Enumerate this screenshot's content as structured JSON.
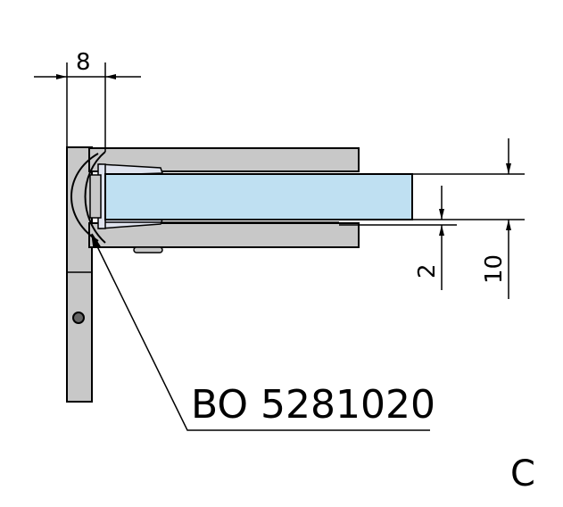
{
  "drawing": {
    "dimensions": {
      "gap_width": "8",
      "offset": "2",
      "glass_thickness": "10"
    },
    "part_label": "BO 5281020",
    "view_label": "C"
  },
  "colors": {
    "metal": "#c8c8c8",
    "glass": "#bfe0f2",
    "gasket": "#dfe3ee",
    "line": "#000000"
  }
}
